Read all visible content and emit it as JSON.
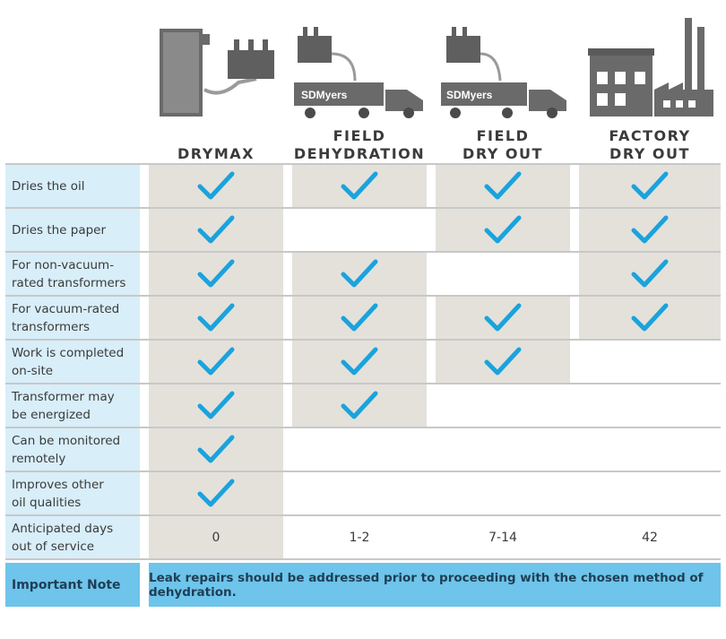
{
  "columns": [
    {
      "key": "drymax",
      "title_lines": [
        "DRYMAX"
      ]
    },
    {
      "key": "field_dehydration",
      "title_lines": [
        "FIELD",
        "DEHYDRATION"
      ]
    },
    {
      "key": "field_dry_out",
      "title_lines": [
        "FIELD",
        "DRY OUT"
      ]
    },
    {
      "key": "factory_dry_out",
      "title_lines": [
        "FACTORY",
        "DRY OUT"
      ]
    }
  ],
  "truck_logo_text": "SDMyers",
  "rows": [
    {
      "label_lines": [
        "Dries the oil"
      ],
      "checks": [
        true,
        true,
        true,
        true
      ]
    },
    {
      "label_lines": [
        "Dries the paper"
      ],
      "checks": [
        true,
        false,
        true,
        true
      ]
    },
    {
      "label_lines": [
        "For non-vacuum-",
        "rated transformers"
      ],
      "checks": [
        true,
        true,
        false,
        true
      ]
    },
    {
      "label_lines": [
        "For vacuum-rated",
        "transformers"
      ],
      "checks": [
        true,
        true,
        true,
        true
      ]
    },
    {
      "label_lines": [
        "Work is completed",
        "on-site"
      ],
      "checks": [
        true,
        true,
        true,
        false
      ]
    },
    {
      "label_lines": [
        "Transformer may",
        "be energized"
      ],
      "checks": [
        true,
        true,
        false,
        false
      ]
    },
    {
      "label_lines": [
        "Can be monitored",
        "remotely"
      ],
      "checks": [
        true,
        false,
        false,
        false
      ]
    },
    {
      "label_lines": [
        "Improves other",
        "oil qualities"
      ],
      "checks": [
        true,
        false,
        false,
        false
      ]
    }
  ],
  "days_row": {
    "label_lines": [
      "Anticipated days",
      "out of service"
    ],
    "values": [
      "0",
      "1-2",
      "7-14",
      "42"
    ]
  },
  "note": {
    "label": "Important Note",
    "text": "Leak repairs should be addressed prior to proceeding with the chosen method of dehydration."
  },
  "colors": {
    "check": "#1aa3dd",
    "shade": "#e4e1db",
    "label_bg": "#d8eef9",
    "note_bg": "#6ec4ea",
    "icon_gray": "#5f5f5f"
  }
}
